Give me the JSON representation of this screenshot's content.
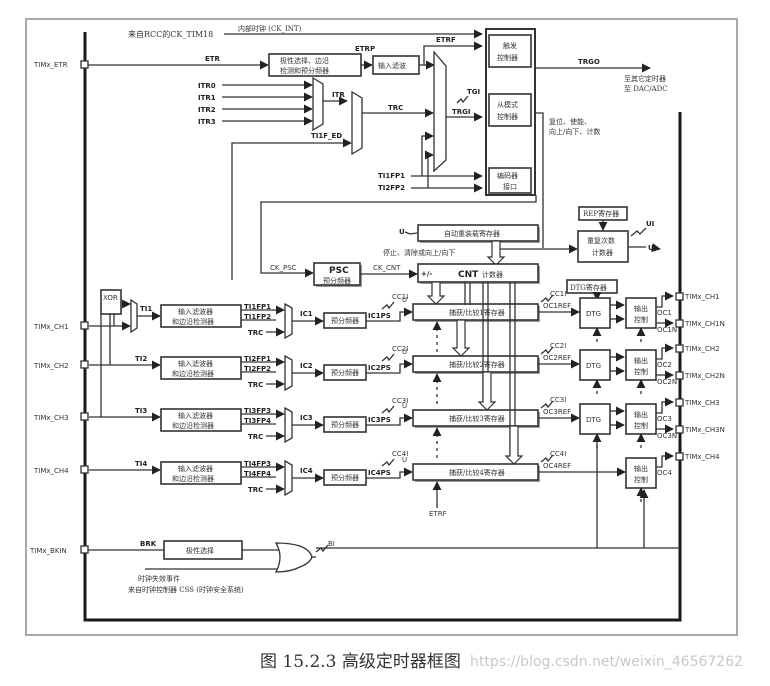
{
  "caption": "图 15.2.3 高级定时器框图",
  "watermark": "https://blog.csdn.net/weixin_46567262",
  "clock": {
    "source_label": "来自RCC的CK_TIM18",
    "internal_clock_label": "内部时钟 (CK_INT)"
  },
  "external_trigger": {
    "pin": "TIMx_ETR",
    "etr_label": "ETR",
    "etrp_label": "ETRP",
    "etrf_label": "ETRF",
    "polarity_block_line1": "极性选择、边沿",
    "polarity_block_line2": "检测和预分频器",
    "input_filter": "输入滤波"
  },
  "internal_triggers": {
    "inputs": [
      "ITR0",
      "ITR1",
      "ITR2",
      "ITR3"
    ],
    "itr_label": "ITR",
    "trc_label": "TRC",
    "ti1f_ed_label": "TI1F_ED",
    "trgi_label": "TRGI",
    "tgi_label": "TGI",
    "ti1fp1_label": "TI1FP1",
    "ti2fp2_label": "TI2FP2"
  },
  "controllers": {
    "trigger_line1": "触发",
    "trigger_line2": "控制器",
    "slave_line1": "从模式",
    "slave_line2": "控制器",
    "encoder_line1": "编码器",
    "encoder_line2": "接口",
    "trgo_label": "TRGO",
    "trgo_dest_line1": "至其它定时器",
    "trgo_dest_line2": "至 DAC/ADC",
    "slave_action_line1": "复位、使能、",
    "slave_action_line2": "向上/向下、计数"
  },
  "counter": {
    "auto_reload": "自动重装载寄存器",
    "stop_clear": "停止、清除或向上/向下",
    "ck_psc": "CK_PSC",
    "psc_title": "PSC",
    "psc_sub": "预分频器",
    "ck_cnt": "CK_CNT",
    "cnt_sign": "+/-",
    "cnt_title": "CNT",
    "cnt_sub": "计数器",
    "u_label": "U",
    "ui_label": "UI",
    "rep_register": "REP寄存器",
    "rep_counter_line1": "重复次数",
    "rep_counter_line2": "计数器",
    "dtg_register": "DTG寄存器"
  },
  "channels": [
    {
      "pin": "TIMx_CH1",
      "ti": "TI1",
      "fp_a": "TI1FP1",
      "fp_b": "TI1FP2",
      "trc": "TRC",
      "ic": "IC1",
      "icps": "IC1PS",
      "cci": "CC1I",
      "ccr": "捕获/比较1寄存器",
      "ocref": "OC1REF",
      "oc": "OC1",
      "ocn": "OC1N",
      "out_pin": "TIMx_CH1",
      "out_pin_n": "TIMx_CH1N"
    },
    {
      "pin": "TIMx_CH2",
      "ti": "TI2",
      "fp_a": "TI2FP1",
      "fp_b": "TI2FP2",
      "trc": "TRC",
      "ic": "IC2",
      "icps": "IC2PS",
      "cci": "CC2I",
      "ccr": "捕获/比较2寄存器",
      "ocref": "OC2REF",
      "oc": "OC2",
      "ocn": "OC2N",
      "out_pin": "TIMx_CH2",
      "out_pin_n": "TIMx_CH2N"
    },
    {
      "pin": "TIMx_CH3",
      "ti": "TI3",
      "fp_a": "TI3FP3",
      "fp_b": "TI3FP4",
      "trc": "TRC",
      "ic": "IC3",
      "icps": "IC3PS",
      "cci": "CC3I",
      "ccr": "捕获/比较3寄存器",
      "ocref": "OC3REF",
      "oc": "OC3",
      "ocn": "OC3N",
      "out_pin": "TIMx_CH3",
      "out_pin_n": "TIMx_CH3N"
    },
    {
      "pin": "TIMx_CH4",
      "ti": "TI4",
      "fp_a": "TI4FP3",
      "fp_b": "TI4FP4",
      "trc": "TRC",
      "ic": "IC4",
      "icps": "IC4PS",
      "cci": "CC4I",
      "ccr": "捕获/比较4寄存器",
      "ocref": "OC4REF",
      "oc": "OC4",
      "out_pin": "TIMx_CH4"
    }
  ],
  "channel_blocks": {
    "filter_line1": "输入滤波器",
    "filter_line2": "和边沿检测器",
    "prescaler": "预分频器",
    "xor": "XOR",
    "dtg": "DTG",
    "output_ctrl_line1": "输出",
    "output_ctrl_line2": "控制",
    "u_label": "U",
    "etrf_label": "ETRF"
  },
  "brake": {
    "pin": "TIMx_BKIN",
    "brk_label": "BRK",
    "polarity": "极性选择",
    "bi_label": "BI",
    "clock_fail_line1": "时钟失效事件",
    "clock_fail_line2": "来自时钟控制器 CSS (时钟安全系统)"
  }
}
